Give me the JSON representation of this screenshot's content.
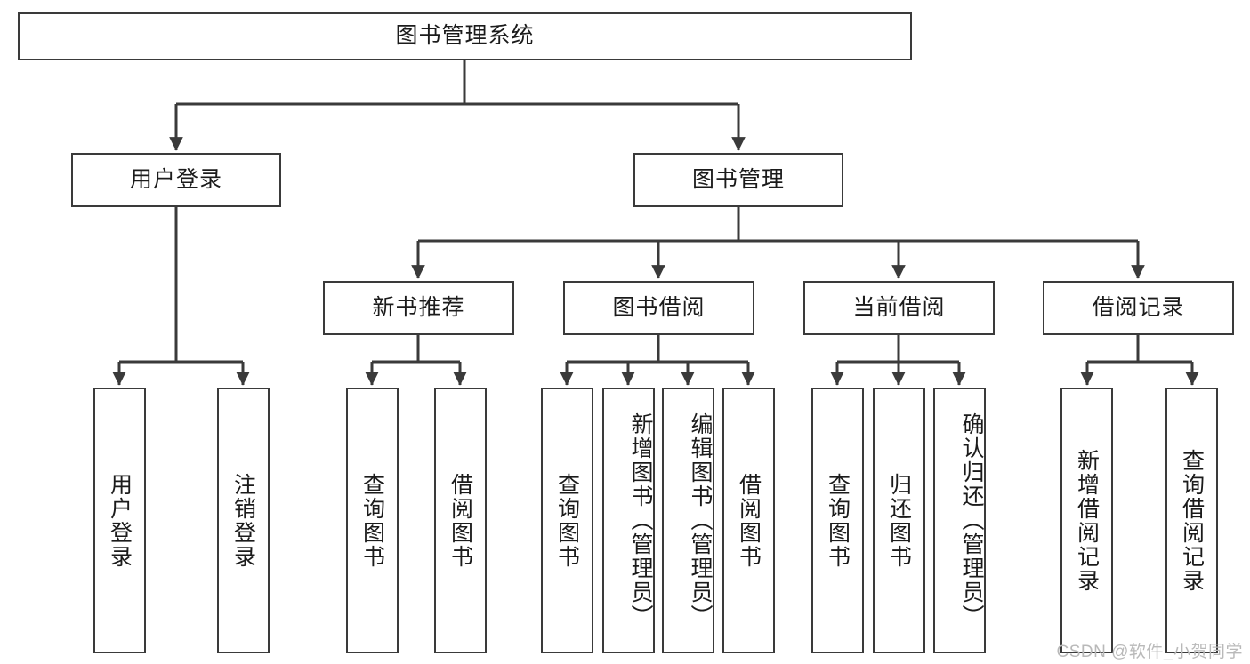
{
  "diagram": {
    "type": "tree-hierarchy-chart",
    "title": "图书管理系统",
    "root": {
      "id": "root",
      "label": "图书管理系统"
    },
    "level1": [
      {
        "id": "user-login",
        "label": "用户登录"
      },
      {
        "id": "book-management",
        "label": "图书管理"
      }
    ],
    "level2": [
      {
        "id": "new-book-recommend",
        "label": "新书推荐",
        "parent": "book-management"
      },
      {
        "id": "book-borrow",
        "label": "图书借阅",
        "parent": "book-management"
      },
      {
        "id": "current-borrow",
        "label": "当前借阅",
        "parent": "book-management"
      },
      {
        "id": "borrow-record",
        "label": "借阅记录",
        "parent": "book-management"
      }
    ],
    "leaves": {
      "user-login": [
        {
          "id": "leaf-user-login",
          "label": "用户登录"
        },
        {
          "id": "leaf-logout-login",
          "label": "注销登录"
        }
      ],
      "new-book-recommend": [
        {
          "id": "leaf-query-book-1",
          "label": "查询图书"
        },
        {
          "id": "leaf-borrow-book-1",
          "label": "借阅图书"
        }
      ],
      "book-borrow": [
        {
          "id": "leaf-query-book-2",
          "label": "查询图书"
        },
        {
          "id": "leaf-add-book-admin",
          "label": "新增图书（管理员）"
        },
        {
          "id": "leaf-edit-book-admin",
          "label": "编辑图书（管理员）"
        },
        {
          "id": "leaf-borrow-book-2",
          "label": "借阅图书"
        }
      ],
      "current-borrow": [
        {
          "id": "leaf-query-book-3",
          "label": "查询图书"
        },
        {
          "id": "leaf-return-book",
          "label": "归还图书"
        },
        {
          "id": "leaf-confirm-return-admin",
          "label": "确认归还（管理员）"
        }
      ],
      "borrow-record": [
        {
          "id": "leaf-add-borrow-record",
          "label": "新增借阅记录"
        },
        {
          "id": "leaf-query-borrow-record",
          "label": "查询借阅记录"
        }
      ]
    }
  },
  "watermark": {
    "text": "CSDN @软件_小贺同学"
  },
  "colors": {
    "stroke": "#3a3a3a",
    "text": "#1b1b1b",
    "background": "#ffffff",
    "watermark": "#b9b9b9"
  }
}
